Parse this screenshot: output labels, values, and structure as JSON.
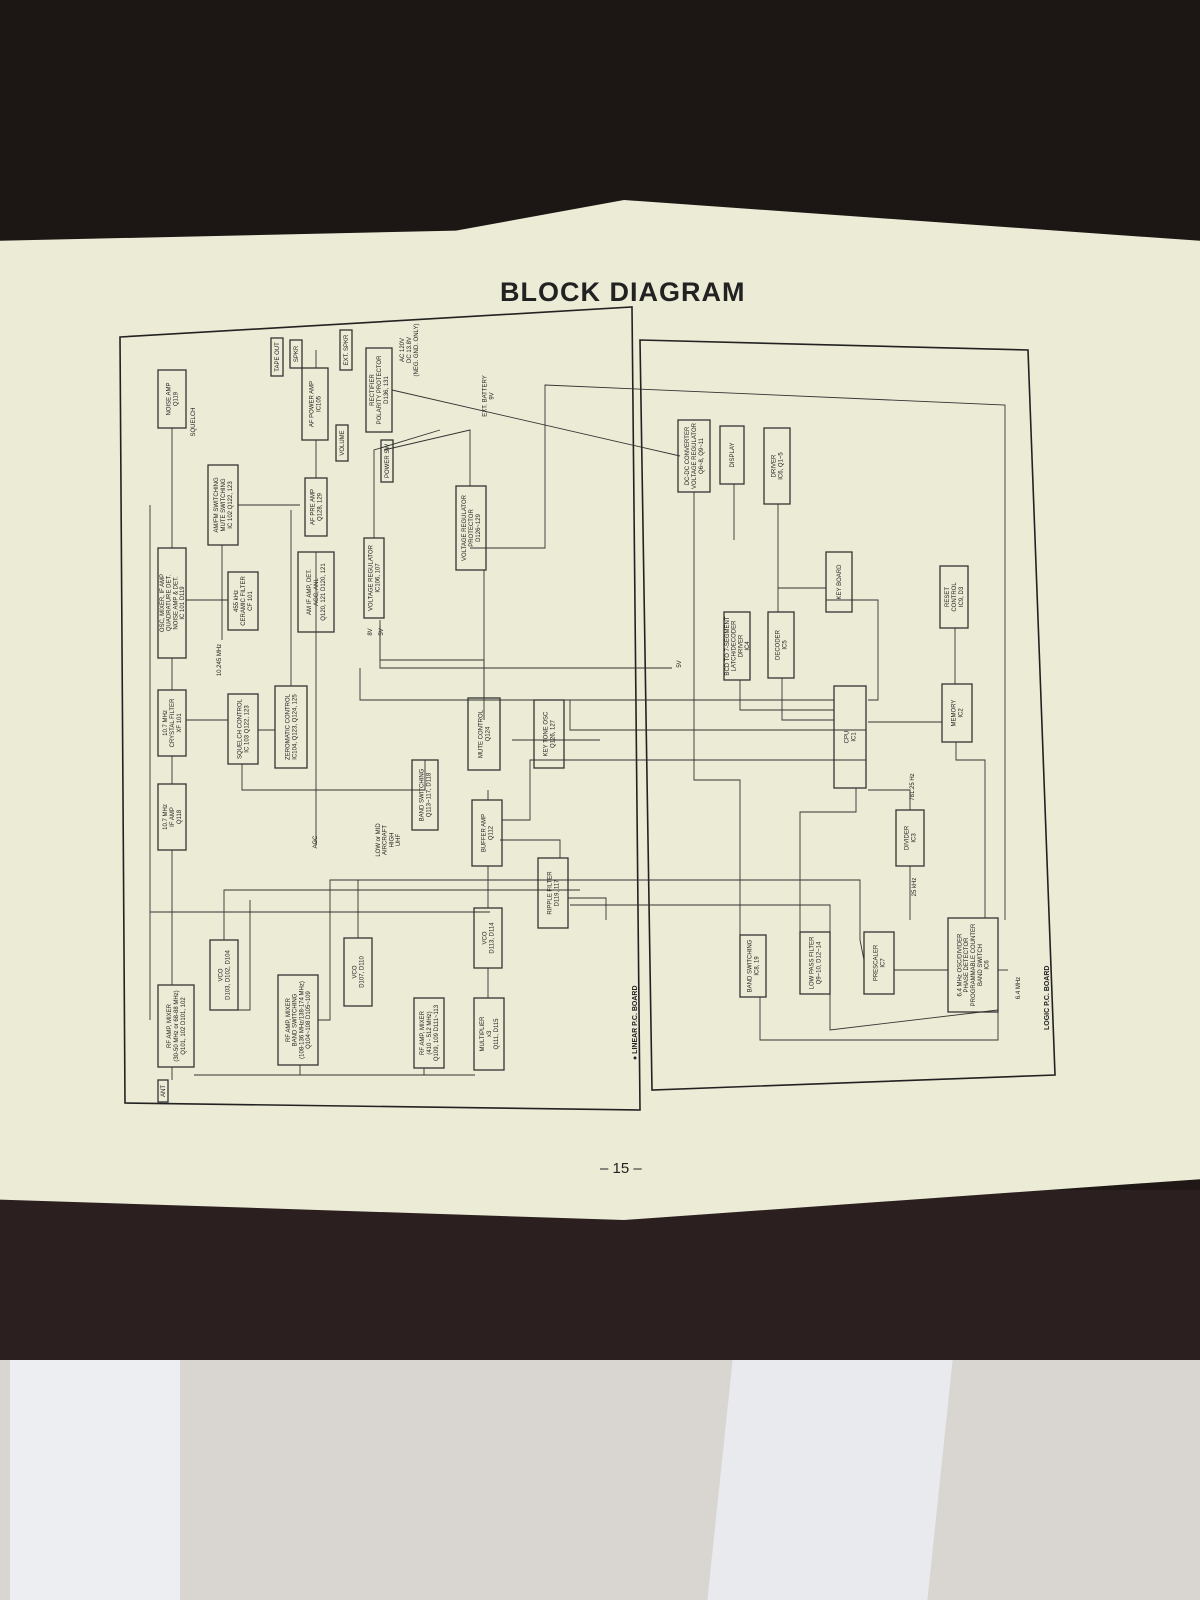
{
  "page": {
    "title": "BLOCK DIAGRAM",
    "page_number": "– 15 –"
  },
  "boards": {
    "linear_board_label": "● LINEAR P.C. BOARD",
    "logic_board_label": "LOGIC P.C. BOARD"
  },
  "blocks": [
    {
      "key": "noise_amp",
      "lines": [
        "NOISE AMP",
        "Q119"
      ]
    },
    {
      "key": "squelch_pot",
      "lines": [
        "SQUELCH"
      ]
    },
    {
      "key": "am_fm_switching",
      "lines": [
        "AM/FM SWITCHING",
        "MUTE SWITCHING",
        "IC 102  Q122, 123"
      ]
    },
    {
      "key": "af_pre_amp",
      "lines": [
        "AF PRE AMP",
        "Q128, 129"
      ]
    },
    {
      "key": "af_power_amp",
      "lines": [
        "AF POWER AMP",
        "IC105"
      ]
    },
    {
      "key": "tape_out",
      "lines": [
        "TAPE OUT"
      ]
    },
    {
      "key": "spkr",
      "lines": [
        "SPKR"
      ]
    },
    {
      "key": "ext_spkr",
      "lines": [
        "EXT. SPKR"
      ]
    },
    {
      "key": "volume",
      "lines": [
        "VOLUME"
      ]
    },
    {
      "key": "power_sw",
      "lines": [
        "POWER SW"
      ]
    },
    {
      "key": "rectifier",
      "lines": [
        "RECTIFIER",
        "POLARITY PROTECTOR",
        "D136, 131"
      ]
    },
    {
      "key": "ac_note",
      "lines": [
        "AC 120V",
        "DC 13.8V",
        "(NEG. GND. ONLY)"
      ]
    },
    {
      "key": "ext_battery",
      "lines": [
        "EXT. BATTERY",
        "9V"
      ]
    },
    {
      "key": "osc_mixer",
      "lines": [
        "OSC, MIXER, IF AMP",
        "QUADRATURE DET.",
        "NOISE AMP & DET.",
        "IC 101  D119"
      ]
    },
    {
      "key": "ceramic_filter",
      "lines": [
        "455 kHz",
        "CERAMIC FILTER",
        "CF 101"
      ]
    },
    {
      "key": "xtal_10245",
      "lines": [
        "10.245 MHz"
      ]
    },
    {
      "key": "am_if_amp",
      "lines": [
        "AM IF AMP, DET.",
        "AGC, ANL",
        "Q120, 121  D120, 121"
      ]
    },
    {
      "key": "voltage_regulator",
      "lines": [
        "VOLTAGE REGULATOR",
        "IC106, 107"
      ]
    },
    {
      "key": "8v",
      "lines": [
        "8V"
      ]
    },
    {
      "key": "5v",
      "lines": [
        "5V"
      ]
    },
    {
      "key": "5v_out",
      "lines": [
        "5V"
      ]
    },
    {
      "key": "voltage_reg_protector",
      "lines": [
        "VOLTAGE REGULATOR",
        "PROTECTOR",
        "D126~129"
      ]
    },
    {
      "key": "crystal_filter",
      "lines": [
        "10.7 MHz",
        "CRYSTAL FILTER",
        "XF 101"
      ]
    },
    {
      "key": "squelch_control",
      "lines": [
        "SQUELCH CONTROL",
        "IC 103   Q122, 123"
      ]
    },
    {
      "key": "zeromatic",
      "lines": [
        "ZEROMATIC CONTROL",
        "IC104, Q123, Q124, 125"
      ]
    },
    {
      "key": "mute_control",
      "lines": [
        "MUTE CONTROL",
        "Q124"
      ]
    },
    {
      "key": "key_tone_osc",
      "lines": [
        "KEY TONE OSC",
        "Q126, 127"
      ]
    },
    {
      "key": "if_amp",
      "lines": [
        "10.7 MHz",
        "IF AMP",
        "Q118"
      ]
    },
    {
      "key": "band_switching_lin",
      "lines": [
        "BAND SWITCHING",
        "Q113~117, D118"
      ]
    },
    {
      "key": "band_list",
      "lines": [
        "LOW or MID",
        "AIRCRAFT",
        "HIGH",
        "UHF"
      ]
    },
    {
      "key": "agc",
      "lines": [
        "AGC"
      ]
    },
    {
      "key": "buffer_amp",
      "lines": [
        "BUFFER AMP",
        "Q112"
      ]
    },
    {
      "key": "ripple_filter",
      "lines": [
        "RIPPLE FILTER",
        "D119, 117"
      ]
    },
    {
      "key": "vco_right",
      "lines": [
        "VCO",
        "D113, D114"
      ]
    },
    {
      "key": "rf_amp_mixer_1",
      "lines": [
        "RF AMP, MIXER",
        "(30-50 MHz or 68-88 MHz)",
        "Q101, 102  D101, 102"
      ]
    },
    {
      "key": "vco_1",
      "lines": [
        "VCO",
        "D103, D102, D104"
      ]
    },
    {
      "key": "rf_amp_mixer_2",
      "lines": [
        "RF AMP, MIXER",
        "BAND SWITCHING",
        "(108-136 MHz/138-174 MHz)",
        "Q104~108  D105~109"
      ]
    },
    {
      "key": "vco_2",
      "lines": [
        "VCO",
        "D107, D110"
      ]
    },
    {
      "key": "rf_amp_mixer_3",
      "lines": [
        "RF AMP, MIXER",
        "(410 - 512 MHz)",
        "Q109, 109  D111~113"
      ]
    },
    {
      "key": "multiplier",
      "lines": [
        "MULTIPLIER",
        "x3",
        "Q111, D115"
      ]
    },
    {
      "key": "ant",
      "lines": [
        "ANT"
      ]
    },
    {
      "key": "dcdc_converter",
      "lines": [
        "DC-DC CONVERTER",
        "VOLTAGE REGULATOR",
        "Q6~8, Q9~11"
      ]
    },
    {
      "key": "display",
      "lines": [
        "DISPLAY"
      ]
    },
    {
      "key": "driver",
      "lines": [
        "DRIVER",
        "IC6, Q1~5"
      ]
    },
    {
      "key": "keyboard",
      "lines": [
        "KEY BOARD"
      ]
    },
    {
      "key": "bcd_decoder",
      "lines": [
        "BCD TO 7-SEGMENT",
        "LATCH/DECODER",
        "DRIVER",
        "IC4"
      ]
    },
    {
      "key": "decoder",
      "lines": [
        "DECODER",
        "IC5"
      ]
    },
    {
      "key": "reset_control",
      "lines": [
        "RESET",
        "CONTROL",
        "IC9, D3"
      ]
    },
    {
      "key": "cpu",
      "lines": [
        "CPU",
        "IC1"
      ]
    },
    {
      "key": "memory",
      "lines": [
        "MEMORY",
        "IC2"
      ]
    },
    {
      "key": "freq_781",
      "lines": [
        "781.25 Hz"
      ]
    },
    {
      "key": "divider",
      "lines": [
        "DIVIDER",
        "IC3"
      ]
    },
    {
      "key": "freq_25",
      "lines": [
        "25 kHz"
      ]
    },
    {
      "key": "band_switching_logic",
      "lines": [
        "BAND SWITCHING",
        "IC8, 19"
      ]
    },
    {
      "key": "low_pass_filter",
      "lines": [
        "LOW PASS FILTER",
        "Q9~10, D12~14"
      ]
    },
    {
      "key": "prescaler",
      "lines": [
        "PRESCALER",
        "IC7"
      ]
    },
    {
      "key": "osc_divider",
      "lines": [
        "6.4 MHz OSC/DIVIDER",
        "PHASE DETECTOR",
        "PROGRAMMABLE COUNTER",
        "BAND SWITCH",
        "IC6"
      ]
    },
    {
      "key": "xtal_64",
      "lines": [
        "6.4 MHz"
      ]
    }
  ],
  "colors": {
    "paper": "#ecebd6",
    "ink": "#222222",
    "backdrop": "#1c1715"
  }
}
